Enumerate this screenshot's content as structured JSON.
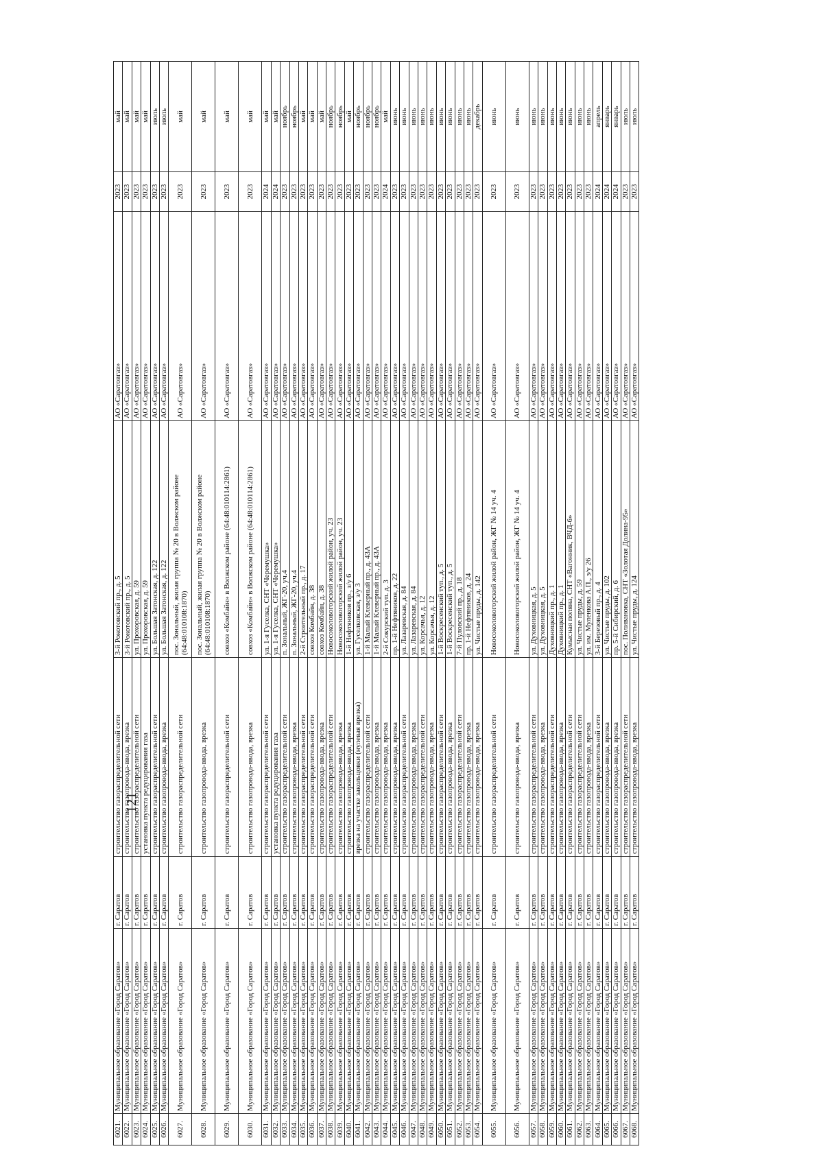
{
  "page_number": "121",
  "rows": [
    {
      "num": "6021.",
      "mun": "Муниципальное образование «Город Саратов»",
      "city": "г. Саратов",
      "work": "строительство газораспределительной сети",
      "addr": "3-й Рокотовский пр., д. 5",
      "org": "АО «Саратовгаз»",
      "year": "2023",
      "month": "май"
    },
    {
      "num": "6022.",
      "mun": "Муниципальное образование «Город Саратов»",
      "city": "г. Саратов",
      "work": "строительство газопровода-ввода, врезка",
      "addr": "3-й Рокотовский пр., д. 5",
      "org": "АО «Саратовгаз»",
      "year": "2023",
      "month": "май"
    },
    {
      "num": "6023.",
      "mun": "Муниципальное образование «Город Саратов»",
      "city": "г. Саратов",
      "work": "строительство газораспределительной сети",
      "addr": "ул. Прохоровская, д. 59",
      "org": "АО «Саратовгаз»",
      "year": "2023",
      "month": "май"
    },
    {
      "num": "6024.",
      "mun": "Муниципальное образование «Город Саратов»",
      "city": "г. Саратов",
      "work": "установка пункта редуцирования газа",
      "addr": "ул. Прохоровская, д. 59",
      "org": "АО «Саратовгаз»",
      "year": "2023",
      "month": "май"
    },
    {
      "num": "6025.",
      "mun": "Муниципальное образование «Город Саратов»",
      "city": "г. Саратов",
      "work": "строительство газораспределительной сети",
      "addr": "ул. Большая Затонская, д. 122",
      "org": "АО «Саратовгаз»",
      "year": "2023",
      "month": "июль"
    },
    {
      "num": "6026.",
      "mun": "Муниципальное образование «Город Саратов»",
      "city": "г. Саратов",
      "work": "строительство газопровода-ввода, врезка",
      "addr": "ул. Большая Затонская, д. 122",
      "org": "АО «Саратовгаз»",
      "year": "2023",
      "month": "июль"
    },
    {
      "num": "6027.",
      "mun": "Муниципальное образование «Город Саратов»",
      "city": "г. Саратов",
      "work": "строительство газораспределительной сети",
      "addr": "пос. Зональный, жилая группа № 20 в Волжском районе (64:48:010108:1870)",
      "org": "АО «Саратовгаз»",
      "year": "2023",
      "month": "май",
      "tall": true
    },
    {
      "num": "6028.",
      "mun": "Муниципальное образование «Город Саратов»",
      "city": "г. Саратов",
      "work": "строительство газопровода-ввода, врезка",
      "addr": "пос. Зональный, жилая группа № 20 в Волжском районе (64:48:010108:1870)",
      "org": "АО «Саратовгаз»",
      "year": "2023",
      "month": "май",
      "tall": true
    },
    {
      "num": "6029.",
      "mun": "Муниципальное образование «Город Саратов»",
      "city": "г. Саратов",
      "work": "строительство газораспределительной сети",
      "addr": "совхоз «Комбайн» в Волжском районе (64:48:010114:2861)",
      "org": "АО «Саратовгаз»",
      "year": "2023",
      "month": "май",
      "tall": true
    },
    {
      "num": "6030.",
      "mun": "Муниципальное образование «Город Саратов»",
      "city": "г. Саратов",
      "work": "строительство газопровода-ввода, врезка",
      "addr": "совхоз «Комбайн» в Волжском районе (64:48:010114:2861)",
      "org": "АО «Саратовгаз»",
      "year": "2023",
      "month": "май",
      "tall": true
    },
    {
      "num": "6031.",
      "mun": "Муниципальное образование «Город Саратов»",
      "city": "г. Саратов",
      "work": "строительство газораспределительной сети",
      "addr": "ул. 1-я Гуселка, СНТ «Черемушка»",
      "org": "АО «Саратовгаз»",
      "year": "2024",
      "month": "май"
    },
    {
      "num": "6032.",
      "mun": "Муниципальное образование «Город Саратов»",
      "city": "г. Саратов",
      "work": "установка пункта редуцирования газа",
      "addr": "ул. 1-я Гуселка, СНТ «Черемушка»",
      "org": "АО «Саратовгаз»",
      "year": "2024",
      "month": "май"
    },
    {
      "num": "6033.",
      "mun": "Муниципальное образование «Город Саратов»",
      "city": "г. Саратов",
      "work": "строительство газораспределительной сети",
      "addr": "п. Зональный, ЖГ-20, уч.4",
      "org": "АО «Саратовгаз»",
      "year": "2023",
      "month": "ноябрь"
    },
    {
      "num": "6034.",
      "mun": "Муниципальное образование «Город Саратов»",
      "city": "г. Саратов",
      "work": "строительство газопровода-ввода, врезка",
      "addr": "п. Зональный, ЖГ-20, уч.4",
      "org": "АО «Саратовгаз»",
      "year": "2023",
      "month": "ноябрь"
    },
    {
      "num": "6035.",
      "mun": "Муниципальное образование «Город Саратов»",
      "city": "г. Саратов",
      "work": "строительство газораспределительной сети",
      "addr": "2-й Строительный пр., д. 17",
      "org": "АО «Саратовгаз»",
      "year": "2023",
      "month": "май"
    },
    {
      "num": "6036.",
      "mun": "Муниципальное образование «Город Саратов»",
      "city": "г. Саратов",
      "work": "строительство газораспределительной сети",
      "addr": "совхоз Комбайн, д. 38",
      "org": "АО «Саратовгаз»",
      "year": "2023",
      "month": "май"
    },
    {
      "num": "6037.",
      "mun": "Муниципальное образование «Город Саратов»",
      "city": "г. Саратов",
      "work": "строительство газопровода-ввода, врезка",
      "addr": "совхоз Комбайн, д. 38",
      "org": "АО «Саратовгаз»",
      "year": "2023",
      "month": "май"
    },
    {
      "num": "6038.",
      "mun": "Муниципальное образование «Город Саратов»",
      "city": "г. Саратов",
      "work": "строительство газораспределительной сети",
      "addr": "Новосоколовогорский жилой район, уч. 23",
      "org": "АО «Саратовгаз»",
      "year": "2023",
      "month": "ноябрь"
    },
    {
      "num": "6039.",
      "mun": "Муниципальное образование «Город Саратов»",
      "city": "г. Саратов",
      "work": "строительство газопровода-ввода, врезка",
      "addr": "Новосоколовогорский жилой район, уч. 23",
      "org": "АО «Саратовгаз»",
      "year": "2023",
      "month": "ноябрь"
    },
    {
      "num": "6040.",
      "mun": "Муниципальное образование «Город Саратов»",
      "city": "г. Саратов",
      "work": "строительство газопровода-ввода, врезка",
      "addr": "1-й Нефтяников пр., з/у 6",
      "org": "АО «Саратовгаз»",
      "year": "2023",
      "month": "май"
    },
    {
      "num": "6041.",
      "mun": "Муниципальное образование «Город Саратов»",
      "city": "г. Саратов",
      "work": "врезка на участке закольцовки (нулевая врезка)",
      "addr": "ул. Гуселковская, з/у 3",
      "org": "АО «Саратовгаз»",
      "year": "2023",
      "month": "ноябрь"
    },
    {
      "num": "6042.",
      "mun": "Муниципальное образование «Город Саратов»",
      "city": "г. Саратов",
      "work": "строительство газораспределительной сети",
      "addr": "1-й Малый Клеверный пр., д. 43А",
      "org": "АО «Саратовгаз»",
      "year": "2023",
      "month": "ноябрь"
    },
    {
      "num": "6043.",
      "mun": "Муниципальное образование «Город Саратов»",
      "city": "г. Саратов",
      "work": "строительство газопровода-ввода, врезка",
      "addr": "1-й Малый Клеверный пр., д. 43А",
      "org": "АО «Саратовгаз»",
      "year": "2023",
      "month": "ноябрь"
    },
    {
      "num": "6044.",
      "mun": "Муниципальное образование «Город Саратов»",
      "city": "г. Саратов",
      "work": "строительство газопровода-ввода, врезка",
      "addr": "2-й Сокурский туп. д. 3",
      "org": "АО «Саратовгаз»",
      "year": "2024",
      "month": "май"
    },
    {
      "num": "6045.",
      "mun": "Муниципальное образование «Город Саратов»",
      "city": "г. Саратов",
      "work": "строительство газопровода-ввода, врезка",
      "addr": "пр. 1-й Нефтяников, д. 22",
      "org": "АО «Саратовгаз»",
      "year": "2023",
      "month": "июнь"
    },
    {
      "num": "6046.",
      "mun": "Муниципальное образование «Город Саратов»",
      "city": "г. Саратов",
      "work": "строительство газораспределительной сети",
      "addr": "ул. Лазаревская, д. 84",
      "org": "АО «Саратовгаз»",
      "year": "2023",
      "month": "июнь"
    },
    {
      "num": "6047.",
      "mun": "Муниципальное образование «Город Саратов»",
      "city": "г. Саратов",
      "work": "строительство газопровода-ввода, врезка",
      "addr": "ул. Лазаревская, д. 84",
      "org": "АО «Саратовгаз»",
      "year": "2023",
      "month": "июнь"
    },
    {
      "num": "6048.",
      "mun": "Муниципальное образование «Город Саратов»",
      "city": "г. Саратов",
      "work": "строительство газораспределительной сети",
      "addr": "ул. Корсачья, д. 12",
      "org": "АО «Саратовгаз»",
      "year": "2023",
      "month": "июнь"
    },
    {
      "num": "6049.",
      "mun": "Муниципальное образование «Город Саратов»",
      "city": "г. Саратов",
      "work": "строительство газопровода-ввода, врезка",
      "addr": "ул. Корсачья, д. 12",
      "org": "АО «Саратовгаз»",
      "year": "2023",
      "month": "июнь"
    },
    {
      "num": "6050.",
      "mun": "Муниципальное образование «Город Саратов»",
      "city": "г. Саратов",
      "work": "строительство газораспределительной сети",
      "addr": "1-й Воскресенский туп., д. 5",
      "org": "АО «Саратовгаз»",
      "year": "2023",
      "month": "июнь"
    },
    {
      "num": "6051.",
      "mun": "Муниципальное образование «Город Саратов»",
      "city": "г. Саратов",
      "work": "строительство газопровода-ввода, врезка",
      "addr": "1-й Воскресенский туп., д. 5",
      "org": "АО «Саратовгаз»",
      "year": "2023",
      "month": "июнь"
    },
    {
      "num": "6052.",
      "mun": "Муниципальное образование «Город Саратов»",
      "city": "г. Саратов",
      "work": "строительство газораспределительной сети",
      "addr": "7-й Пуловский пр., д. 18",
      "org": "АО «Саратовгаз»",
      "year": "2023",
      "month": "июнь"
    },
    {
      "num": "6053.",
      "mun": "Муниципальное образование «Город Саратов»",
      "city": "г. Саратов",
      "work": "строительство газопровода-ввода, врезка",
      "addr": "пр. 1-й Нефтяников, д. 24",
      "org": "АО «Саратовгаз»",
      "year": "2023",
      "month": "июнь"
    },
    {
      "num": "6054.",
      "mun": "Муниципальное образование «Город Саратов»",
      "city": "г. Саратов",
      "work": "строительство газопровода-ввода, врезка",
      "addr": "ул. Чистые пруды, д. 142",
      "org": "АО «Саратовгаз»",
      "year": "2023",
      "month": "декабрь"
    },
    {
      "num": "6055.",
      "mun": "Муниципальное образование «Город Саратов»",
      "city": "г. Саратов",
      "work": "строительство газораспределительной сети",
      "addr": "Новосоколовогорский жилой район, ЖГ № 14 уч. 4",
      "org": "АО «Саратовгаз»",
      "year": "2023",
      "month": "июнь",
      "tall": true
    },
    {
      "num": "6056.",
      "mun": "Муниципальное образование «Город Саратов»",
      "city": "г. Саратов",
      "work": "строительство газопровода-ввода, врезка",
      "addr": "Новосоколовогорский жилой район, ЖГ № 14 уч. 4",
      "org": "АО «Саратовгаз»",
      "year": "2023",
      "month": "июнь",
      "tall": true
    },
    {
      "num": "6057.",
      "mun": "Муниципальное образование «Город Саратов»",
      "city": "г. Саратов",
      "work": "строительство газораспределительной сети",
      "addr": "ул. Духовницкая, д. 5",
      "org": "АО «Саратовгаз»",
      "year": "2023",
      "month": "июнь"
    },
    {
      "num": "6058.",
      "mun": "Муниципальное образование «Город Саратов»",
      "city": "г. Саратов",
      "work": "строительство газопровода-ввода, врезка",
      "addr": "ул. Духовницкая, д. 5",
      "org": "АО «Саратовгаз»",
      "year": "2023",
      "month": "июнь"
    },
    {
      "num": "6059.",
      "mun": "Муниципальное образование «Город Саратов»",
      "city": "г. Саратов",
      "work": "строительство газораспределительной сети",
      "addr": "Духовницкий пр., д. 1",
      "org": "АО «Саратовгаз»",
      "year": "2023",
      "month": "июнь"
    },
    {
      "num": "6060.",
      "mun": "Муниципальное образование «Город Саратов»",
      "city": "г. Саратов",
      "work": "строительство газопровода-ввода, врезка",
      "addr": "Духовницкий пр., д. 1",
      "org": "АО «Саратовгаз»",
      "year": "2023",
      "month": "июнь"
    },
    {
      "num": "6061.",
      "mun": "Муниципальное образование «Город Саратов»",
      "city": "г. Саратов",
      "work": "строительство газораспределительной сети",
      "addr": "Кумысная поляна, СНТ «Вагонник, ВЧД-6»",
      "org": "АО «Саратовгаз»",
      "year": "2023",
      "month": "июнь"
    },
    {
      "num": "6062.",
      "mun": "Муниципальное образование «Город Саратов»",
      "city": "г. Саратов",
      "work": "строительство газораспределительной сети",
      "addr": "ул. Чистые пруды, д. 59",
      "org": "АО «Саратовгаз»",
      "year": "2023",
      "month": "июнь"
    },
    {
      "num": "6063.",
      "mun": "Муниципальное образование «Город Саратов»",
      "city": "г. Саратов",
      "work": "строительство газопровода-ввода, врезка",
      "addr": "ул. им. Муленкова А.П., з/у 26",
      "org": "АО «Саратовгаз»",
      "year": "2023",
      "month": "июнь"
    },
    {
      "num": "6064.",
      "mun": "Муниципальное образование «Город Саратов»",
      "city": "г. Саратов",
      "work": "строительство газораспределительной сети",
      "addr": "3-й Березовый пр., д. 4",
      "org": "АО «Саратовгаз»",
      "year": "2024",
      "month": "апрель"
    },
    {
      "num": "6065.",
      "mun": "Муниципальное образование «Город Саратов»",
      "city": "г. Саратов",
      "work": "строительство газопровода-ввода, врезка",
      "addr": "ул. Чистые пруды, д. 102",
      "org": "АО «Саратовгаз»",
      "year": "2024",
      "month": "январь"
    },
    {
      "num": "6066.",
      "mun": "Муниципальное образование «Город Саратов»",
      "city": "г. Саратов",
      "work": "строительство газопровода-ввода, врезка",
      "addr": "пр. 5-й Сибирский, д. 6",
      "org": "АО «Саратовгаз»",
      "year": "2024",
      "month": "январь"
    },
    {
      "num": "6067.",
      "mun": "Муниципальное образование «Город Саратов»",
      "city": "г. Саратов",
      "work": "строительство газораспределительной сети",
      "addr": "пос. Поливановка, СНТ «Золотая Долина-95»",
      "org": "АО «Саратовгаз»",
      "year": "2023",
      "month": "июль"
    },
    {
      "num": "6068.",
      "mun": "Муниципальное образование «Город Саратов»",
      "city": "г. Саратов",
      "work": "строительство газопровода-ввода, врезка",
      "addr": "ул. Чистые пруды, д. 124",
      "org": "АО «Саратовгаз»",
      "year": "2023",
      "month": "июль"
    }
  ]
}
